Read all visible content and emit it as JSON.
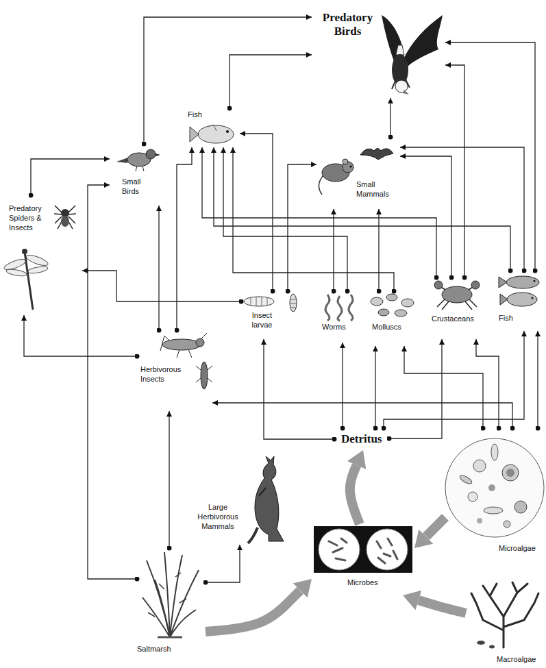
{
  "diagram": {
    "nodes": [
      {
        "text": [
          "Predatory Birds"
        ]
      },
      {
        "text": [
          "Fish"
        ]
      },
      {
        "text": [
          "Small Birds"
        ]
      },
      {
        "text": [
          "Predatory Spiders & Insects"
        ]
      },
      {
        "text": [
          "Small Mammals"
        ]
      },
      {
        "text": [
          "Insect larvae"
        ]
      },
      {
        "text": [
          "Worms"
        ]
      },
      {
        "text": [
          "Molluscs"
        ]
      },
      {
        "text": [
          "Crustaceans"
        ]
      },
      {
        "text": [
          "Fish"
        ]
      },
      {
        "text": [
          "Herbivorous Insects"
        ]
      },
      {
        "text": [
          "Detritus"
        ]
      },
      {
        "text": [
          "Large Herbivorous Mammals"
        ]
      },
      {
        "text": [
          "Microbes"
        ]
      },
      {
        "text": [
          "Microalgae"
        ]
      },
      {
        "text": [
          "Saltmarsh"
        ]
      },
      {
        "text": [
          "Macroalgae"
        ]
      }
    ],
    "edges": [
      {
        "from": 2,
        "to": 0,
        "arrow": "to"
      },
      {
        "from": 1,
        "to": 0,
        "arrow": "to"
      },
      {
        "from": 4,
        "to": 0,
        "arrow": "to"
      },
      {
        "from": 8,
        "to": 0,
        "arrow": "to"
      },
      {
        "from": 9,
        "to": 0,
        "arrow": "to"
      },
      {
        "from": 3,
        "to": 2,
        "arrow": "to"
      },
      {
        "from": 15,
        "to": 2,
        "arrow": "to"
      },
      {
        "from": 10,
        "to": 2,
        "arrow": "to"
      },
      {
        "from": 10,
        "to": 1,
        "arrow": "to"
      },
      {
        "from": 5,
        "to": 1,
        "arrow": "to"
      },
      {
        "from": 6,
        "to": 1,
        "arrow": "to"
      },
      {
        "from": 7,
        "to": 1,
        "arrow": "to"
      },
      {
        "from": 8,
        "to": 1,
        "arrow": "to"
      },
      {
        "from": 9,
        "to": 1,
        "arrow": "to"
      },
      {
        "from": 5,
        "to": 4,
        "arrow": "to"
      },
      {
        "from": 6,
        "to": 4,
        "arrow": "to"
      },
      {
        "from": 7,
        "to": 4,
        "arrow": "to"
      },
      {
        "from": 8,
        "to": 4,
        "arrow": "to"
      },
      {
        "from": 9,
        "to": 4,
        "arrow": "to"
      },
      {
        "from": 5,
        "to": 3,
        "arrow": "to"
      },
      {
        "from": 10,
        "to": 3,
        "arrow": "to"
      },
      {
        "from": 15,
        "to": 10,
        "arrow": "to"
      },
      {
        "from": 14,
        "to": 10,
        "arrow": "to"
      },
      {
        "from": 11,
        "to": 5,
        "arrow": "to"
      },
      {
        "from": 11,
        "to": 6,
        "arrow": "to"
      },
      {
        "from": 11,
        "to": 7,
        "arrow": "to"
      },
      {
        "from": 11,
        "to": 8,
        "arrow": "to"
      },
      {
        "from": 11,
        "to": 9,
        "arrow": "to"
      },
      {
        "from": 14,
        "to": 7,
        "arrow": "to"
      },
      {
        "from": 14,
        "to": 8,
        "arrow": "to"
      },
      {
        "from": 14,
        "to": 9,
        "arrow": "to"
      },
      {
        "from": 15,
        "to": 12,
        "arrow": "to"
      },
      {
        "from": 15,
        "to": 13,
        "arrow": "to"
      },
      {
        "from": 14,
        "to": 13,
        "arrow": "to"
      },
      {
        "from": 16,
        "to": 13,
        "arrow": "to"
      },
      {
        "from": 13,
        "to": 11,
        "arrow": "to"
      }
    ]
  }
}
